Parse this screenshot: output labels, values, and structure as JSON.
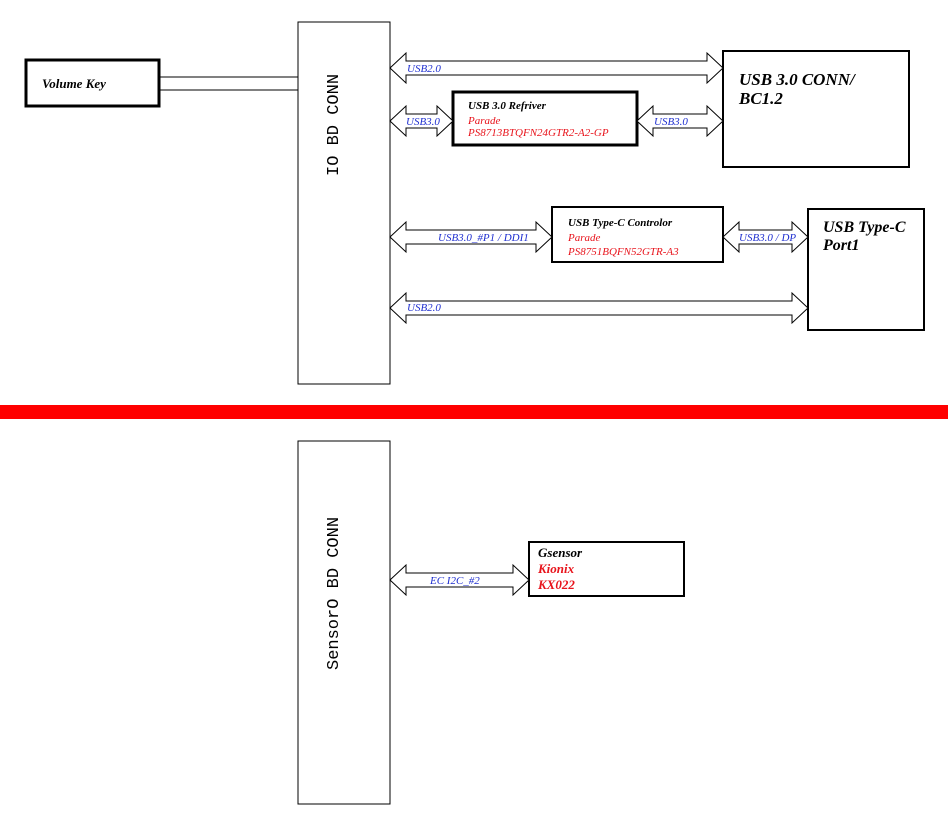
{
  "colors": {
    "separator": "#ff0000",
    "signal_text": "#1f2fd0",
    "part_text": "#e8141c",
    "line": "#000000"
  },
  "volume_key": {
    "label": "Volume Key"
  },
  "io_bd_conn": {
    "label": "IO BD CONN"
  },
  "sensor_bd_conn": {
    "label": "SensorO BD CONN"
  },
  "usb30_conn": {
    "line1": "USB 3.0 CONN/",
    "line2": "BC1.2"
  },
  "redriver": {
    "title": "USB 3.0 Refriver",
    "vendor": "Parade",
    "part": "PS8713BTQFN24GTR2-A2-GP"
  },
  "typec_ctrl": {
    "title": "USB Type-C Controlor",
    "vendor": "Parade",
    "part": "PS8751BQFN52GTR-A3"
  },
  "typec_port": {
    "line1": "USB Type-C",
    "line2": "Port1"
  },
  "gsensor": {
    "title": "Gsensor",
    "vendor": "Kionix",
    "part": "KX022"
  },
  "signals": {
    "usb20_top": "USB2.0",
    "usb30_left": "USB3.0",
    "usb30_right": "USB3.0",
    "usb30_p1_ddi1": "USB3.0_#P1 / DDI1",
    "usb30_dp": "USB3.0 / DP",
    "usb20_bottom": "USB2.0",
    "ec_i2c": "EC I2C_#2"
  }
}
